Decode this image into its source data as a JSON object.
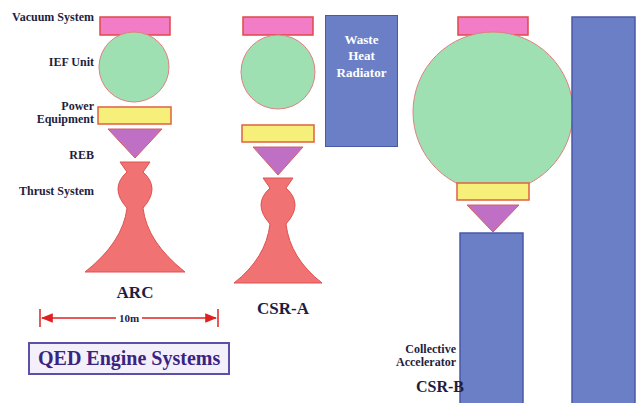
{
  "diagram": {
    "title": "QED Engine Systems",
    "nodes": [
      {
        "text": [
          "Waste Heat Radiator"
        ]
      }
    ],
    "labels": [
      "Vacuum System",
      "IEF Unit",
      "Power Equipment",
      "REB",
      "Thrust System",
      "ARC",
      "10m",
      "CSR-A",
      "Collective Accelerator",
      "CSR-B"
    ]
  }
}
